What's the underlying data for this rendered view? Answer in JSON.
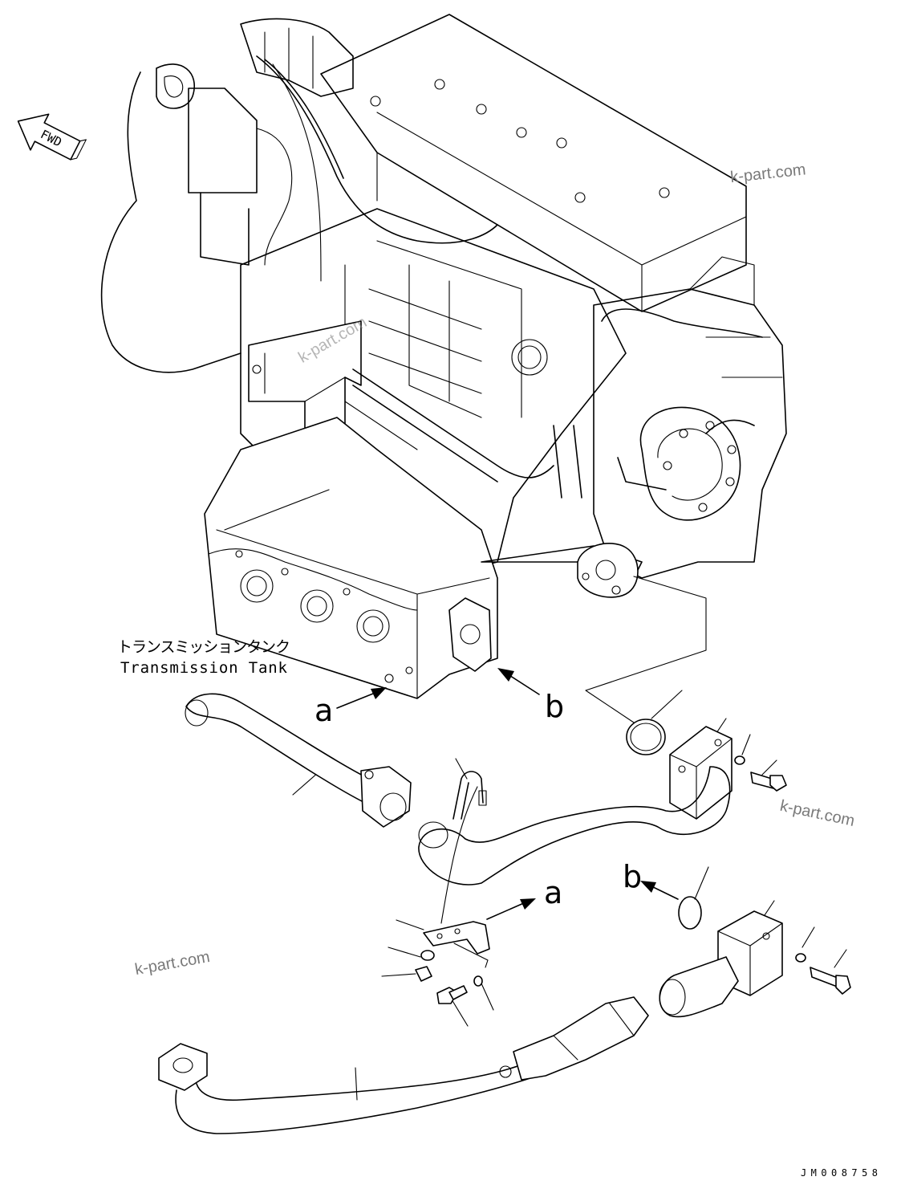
{
  "diagram": {
    "fwd_label": "FWD",
    "tank_label_jp": "トランスミッションタンク",
    "tank_label_en": "Transmission Tank",
    "ref_a": "a",
    "ref_b": "b",
    "drawing_code": "JM008758",
    "watermark": "k-part.com"
  }
}
